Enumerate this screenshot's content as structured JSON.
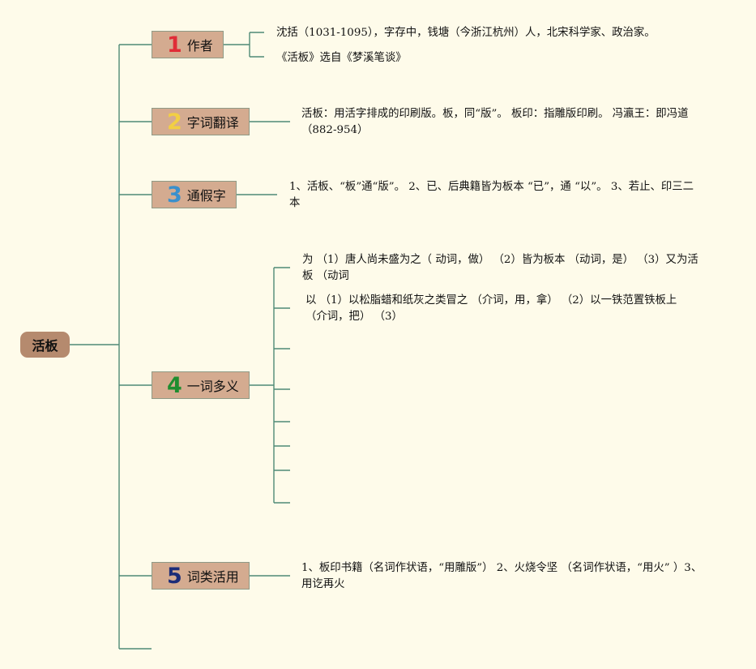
{
  "root": {
    "label": "活板"
  },
  "branches": [
    {
      "number": "1",
      "number_color": "#e02d37",
      "label": "作者",
      "notes": [
        "沈括（1031-1095），字存中，钱塘（今浙江杭州）人，北宋科学家、政治家。",
        "《活板》选自《梦溪笔谈》"
      ]
    },
    {
      "number": "2",
      "number_color": "#f2cf43",
      "label": "字词翻译",
      "notes": [
        "活板：用活字排成的印刷版。板，同“版”。 板印：指雕版印刷。 冯瀛王：即冯道（882-954）"
      ]
    },
    {
      "number": "3",
      "number_color": "#3a90cc",
      "label": "通假字",
      "notes": [
        "1、活板、“板”通“版”。 2、已、后典籍皆为板本 “已”，通 “以”。 3、若止、印三二本"
      ]
    },
    {
      "number": "4",
      "number_color": "#1f8d2f",
      "label": "一词多义",
      "notes": [
        "为 （1）唐人尚未盛为之（ 动词，做） （2）皆为板本 （动词，是） （3）又为活板 （动词",
        "以 （1）以松脂蜡和纸灰之类冒之 （介词，用，拿） （2）以一铁范置铁板上（介词，把） （3）"
      ]
    },
    {
      "number": "5",
      "number_color": "#1c2c78",
      "label": "词类活用",
      "notes": [
        "1、板印书籍（名词作状语，“用雕版”） 2、火烧令坚 （名词作状语，“用火” ）3、用讫再火"
      ]
    }
  ],
  "colors": {
    "line": "#4f8a76",
    "branch_bg": "#d4ab90",
    "root_bg": "#b58a6e",
    "page_bg": "#fefbea"
  }
}
